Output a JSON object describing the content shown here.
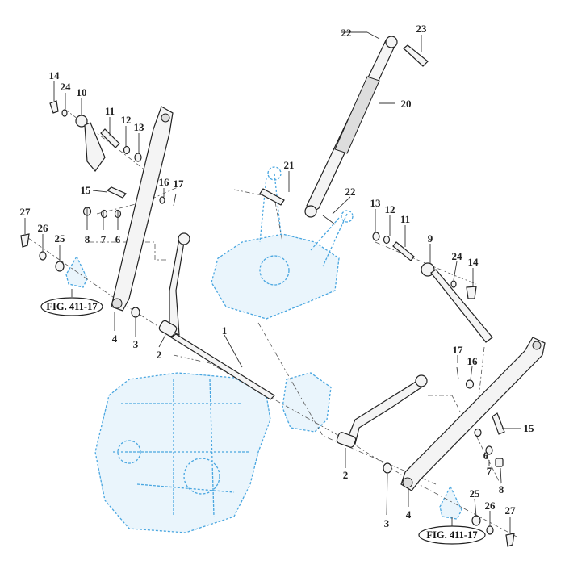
{
  "diagram": {
    "colors": {
      "parts": "#222222",
      "reference_housing": "#49a6e0"
    },
    "callouts": {
      "c1": "1",
      "c2a": "2",
      "c2b": "2",
      "c3a": "3",
      "c3b": "3",
      "c4a": "4",
      "c4b": "4",
      "c6a": "6",
      "c6b": "6",
      "c7a": "7",
      "c7b": "7",
      "c8a": "8",
      "c8b": "8",
      "c9": "9",
      "c10": "10",
      "c11a": "11",
      "c11b": "11",
      "c12a": "12",
      "c12b": "12",
      "c13a": "13",
      "c13b": "13",
      "c14a": "14",
      "c14b": "14",
      "c15a": "15",
      "c15b": "15",
      "c16a": "16",
      "c16b": "16",
      "c17a": "17",
      "c17b": "17",
      "c20": "20",
      "c21": "21",
      "c22a": "22",
      "c22b": "22",
      "c23": "23",
      "c24a": "24",
      "c24b": "24",
      "c25a": "25",
      "c25b": "25",
      "c26a": "26",
      "c26b": "26",
      "c27a": "27",
      "c27b": "27"
    },
    "figure_refs": {
      "left": "FIG. 411-17",
      "right": "FIG. 411-17"
    }
  }
}
